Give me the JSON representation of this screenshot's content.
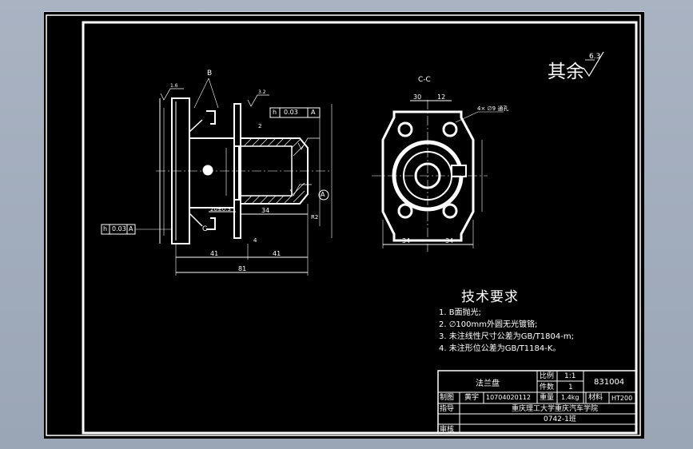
{
  "window": {
    "background": "#a9b3c2",
    "canvas_color": "#000000",
    "line_color": "#ffffff"
  },
  "drawing": {
    "roughness_note": "其余",
    "roughness_value": "6.3",
    "section_label": "C-C",
    "labels": {
      "b_top": "B",
      "c_bottom": "C",
      "a_datum": "A",
      "dim_41_left": "41",
      "dim_41_right": "41",
      "dim_81": "81",
      "dim_34_main": "34",
      "dim_20": "20±0.3",
      "dim_34_left": "34",
      "dim_34_right": "34",
      "dim_30": "30",
      "dim_12": "12",
      "dim_2": "2",
      "dim_4": "4",
      "dim_r2": "R2",
      "hole_note": "4× ∅9 通孔",
      "tol_top_symbol": "h",
      "tol_top_value": "0.03",
      "tol_top_ref": "A",
      "tol_left_symbol": "h",
      "tol_left_value": "0.03",
      "tol_left_ref": "A",
      "ra_small": "1.6",
      "ra_other": "3.2"
    }
  },
  "requirements": {
    "title": "技术要求",
    "items": [
      "1. B面抛光;",
      "2. ∅100mm外圆无光镀铬;",
      "3. 未注线性尺寸公差为GB/T1804-m;",
      "4. 未注形位公差为GB/T1184-K。"
    ]
  },
  "title_block": {
    "part_name": "法兰盘",
    "scale_label": "比例",
    "scale_value": "1:1",
    "qty_label": "件数",
    "qty_value": "1",
    "drawing_no": "831004",
    "drawn_label": "制图",
    "drawn_name": "黄宇",
    "student_id": "10704020112",
    "weight_label": "重量",
    "weight_value": "1.4kg",
    "material_label": "材料",
    "material_value": "HT200",
    "guide_label": "指导",
    "school": "重庆理工大学重庆汽车学院",
    "class": "0742-1班",
    "review_label": "审核"
  }
}
